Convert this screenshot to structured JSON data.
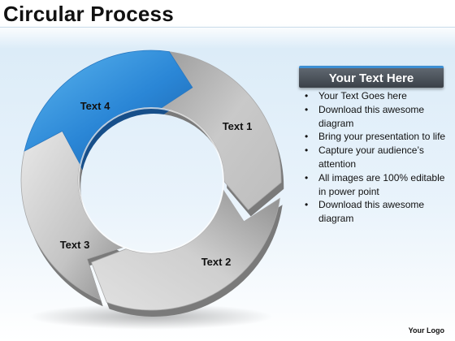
{
  "title": "Circular Process",
  "diagram": {
    "segments": [
      {
        "label": "Text 1",
        "color": "#b9b9b9"
      },
      {
        "label": "Text 2",
        "color": "#c4c4c4"
      },
      {
        "label": "Text 3",
        "color": "#c9c9c9"
      },
      {
        "label": "Text 4",
        "color": "#2f8edb"
      }
    ]
  },
  "panel": {
    "heading": "Your Text Here",
    "bullets": [
      "Your Text Goes here",
      "Download this awesome diagram",
      "Bring your presentation to life",
      "Capture your audience’s attention",
      "All images are 100% editable in power point",
      "Download this awesome diagram"
    ]
  },
  "logo": "Your Logo"
}
